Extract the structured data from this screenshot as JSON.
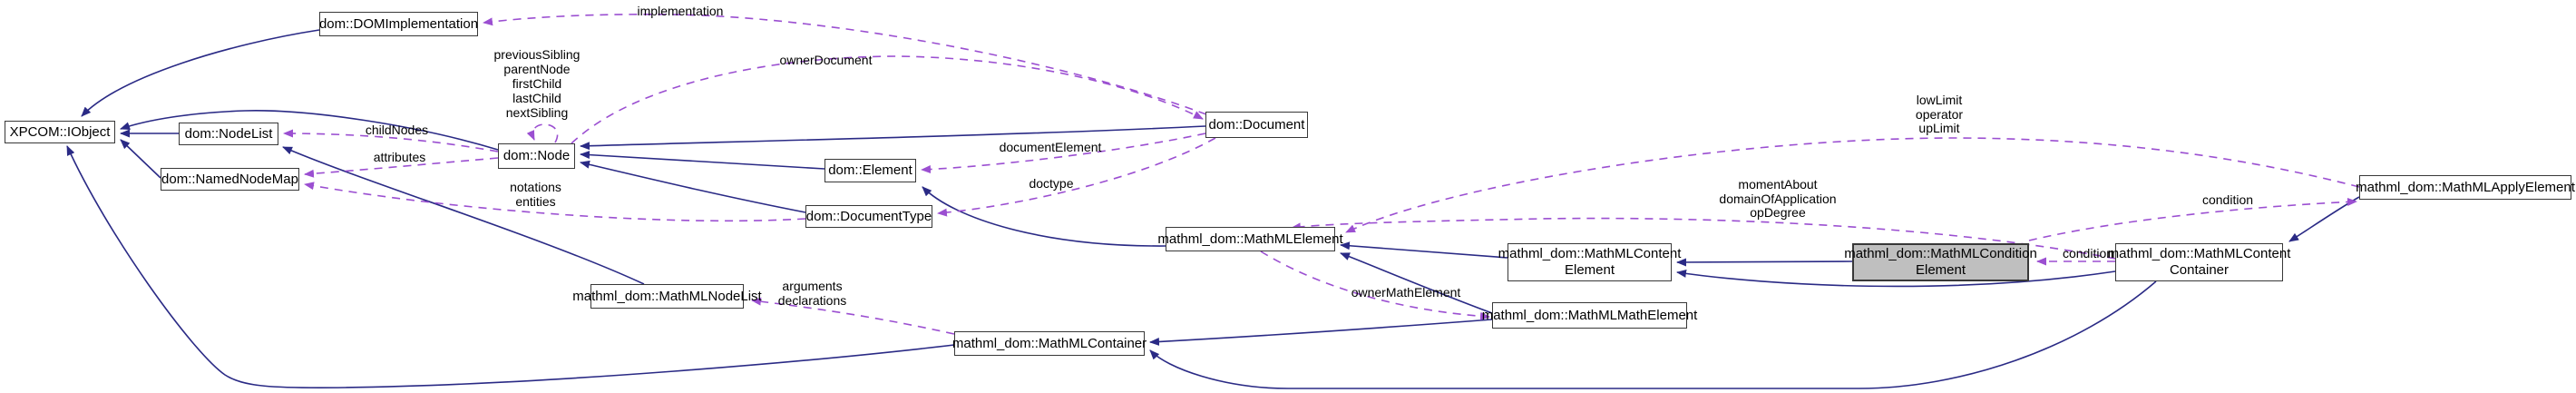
{
  "diagram": {
    "kind": "doxygen-collaboration-graph",
    "highlighted_class": "mathml_dom::MathMLConditionElement",
    "colors": {
      "inheritance_edge": "#2a2a85",
      "usage_edge": "#9b4fd1",
      "highlight_fill": "#bfbfbf",
      "node_fill": "#ffffff",
      "node_border": "#383838",
      "text": "#000000"
    },
    "nodes": [
      {
        "id": "dom-domimplementation",
        "lines": [
          "dom::DOMImplementation"
        ]
      },
      {
        "id": "xpcom-iobject",
        "lines": [
          "XPCOM::IObject"
        ]
      },
      {
        "id": "dom-nodelist",
        "lines": [
          "dom::NodeList"
        ]
      },
      {
        "id": "dom-namednodemap",
        "lines": [
          "dom::NamedNodeMap"
        ]
      },
      {
        "id": "dom-node",
        "lines": [
          "dom::Node"
        ]
      },
      {
        "id": "dom-element",
        "lines": [
          "dom::Element"
        ]
      },
      {
        "id": "dom-documenttype",
        "lines": [
          "dom::DocumentType"
        ]
      },
      {
        "id": "dom-document",
        "lines": [
          "dom::Document"
        ]
      },
      {
        "id": "mathml-element",
        "lines": [
          "mathml_dom::MathMLElement"
        ]
      },
      {
        "id": "mathml-nodelist",
        "lines": [
          "mathml_dom::MathMLNodeList"
        ]
      },
      {
        "id": "mathml-container",
        "lines": [
          "mathml_dom::MathMLContainer"
        ]
      },
      {
        "id": "mathml-contentelement",
        "lines": [
          "mathml_dom::MathMLContent",
          "Element"
        ]
      },
      {
        "id": "mathml-mathelement",
        "lines": [
          "mathml_dom::MathMLMathElement"
        ]
      },
      {
        "id": "mathml-conditionelement",
        "lines": [
          "mathml_dom::MathMLCondition",
          "Element"
        ],
        "highlighted": true
      },
      {
        "id": "mathml-contentcontainer",
        "lines": [
          "mathml_dom::MathMLContent",
          "Container"
        ]
      },
      {
        "id": "mathml-applyelement",
        "lines": [
          "mathml_dom::MathMLApplyElement"
        ]
      }
    ],
    "labels": [
      {
        "id": "implementation",
        "lines": [
          "implementation"
        ]
      },
      {
        "id": "owner-document",
        "lines": [
          "ownerDocument"
        ]
      },
      {
        "id": "node-self",
        "lines": [
          "previousSibling",
          "parentNode",
          "firstChild",
          "lastChild",
          "nextSibling"
        ]
      },
      {
        "id": "child-nodes",
        "lines": [
          "childNodes"
        ]
      },
      {
        "id": "attributes",
        "lines": [
          "attributes"
        ]
      },
      {
        "id": "notations-entities",
        "lines": [
          "notations",
          "entities"
        ]
      },
      {
        "id": "document-element",
        "lines": [
          "documentElement"
        ]
      },
      {
        "id": "doctype",
        "lines": [
          "doctype"
        ]
      },
      {
        "id": "apply-limits",
        "lines": [
          "lowLimit",
          "operator",
          "upLimit"
        ]
      },
      {
        "id": "content-refs",
        "lines": [
          "momentAbout",
          "domainOfApplication",
          "opDegree"
        ]
      },
      {
        "id": "condition-upper",
        "lines": [
          "condition"
        ]
      },
      {
        "id": "condition-lower",
        "lines": [
          "condition"
        ]
      },
      {
        "id": "owner-math-element",
        "lines": [
          "ownerMathElement"
        ]
      },
      {
        "id": "arguments-declarations",
        "lines": [
          "arguments",
          "declarations"
        ]
      }
    ],
    "relations": [
      {
        "from": "dom::DOMImplementation",
        "to": "XPCOM::IObject",
        "type": "inheritance"
      },
      {
        "from": "dom::NodeList",
        "to": "XPCOM::IObject",
        "type": "inheritance"
      },
      {
        "from": "dom::NamedNodeMap",
        "to": "XPCOM::IObject",
        "type": "inheritance"
      },
      {
        "from": "dom::Node",
        "to": "XPCOM::IObject",
        "type": "inheritance"
      },
      {
        "from": "dom::Document",
        "to": "dom::Node",
        "type": "inheritance"
      },
      {
        "from": "dom::Element",
        "to": "dom::Node",
        "type": "inheritance"
      },
      {
        "from": "dom::DocumentType",
        "to": "dom::Node",
        "type": "inheritance"
      },
      {
        "from": "mathml_dom::MathMLElement",
        "to": "dom::Element",
        "type": "inheritance"
      },
      {
        "from": "mathml_dom::MathMLNodeList",
        "to": "dom::NodeList",
        "type": "inheritance"
      },
      {
        "from": "mathml_dom::MathMLContentElement",
        "to": "mathml_dom::MathMLElement",
        "type": "inheritance"
      },
      {
        "from": "mathml_dom::MathMLMathElement",
        "to": "mathml_dom::MathMLElement",
        "type": "inheritance"
      },
      {
        "from": "mathml_dom::MathMLMathElement",
        "to": "mathml_dom::MathMLContainer",
        "type": "inheritance"
      },
      {
        "from": "mathml_dom::MathMLConditionElement",
        "to": "mathml_dom::MathMLContentElement",
        "type": "inheritance"
      },
      {
        "from": "mathml_dom::MathMLContentContainer",
        "to": "mathml_dom::MathMLContentElement",
        "type": "inheritance"
      },
      {
        "from": "mathml_dom::MathMLContentContainer",
        "to": "mathml_dom::MathMLContainer",
        "type": "inheritance"
      },
      {
        "from": "mathml_dom::MathMLApplyElement",
        "to": "mathml_dom::MathMLContentContainer",
        "type": "inheritance"
      },
      {
        "from": "mathml_dom::MathMLContainer",
        "to": "XPCOM::IObject",
        "type": "inheritance"
      },
      {
        "from": "dom::Document",
        "to": "dom::DOMImplementation",
        "type": "usage",
        "label": "implementation"
      },
      {
        "from": "dom::Node",
        "to": "dom::Document",
        "type": "usage",
        "label": "ownerDocument"
      },
      {
        "from": "dom::Node",
        "to": "dom::Node",
        "type": "usage",
        "label": "previousSibling parentNode firstChild lastChild nextSibling"
      },
      {
        "from": "dom::Node",
        "to": "dom::NodeList",
        "type": "usage",
        "label": "childNodes"
      },
      {
        "from": "dom::Node",
        "to": "dom::NamedNodeMap",
        "type": "usage",
        "label": "attributes"
      },
      {
        "from": "dom::DocumentType",
        "to": "dom::NamedNodeMap",
        "type": "usage",
        "label": "notations entities"
      },
      {
        "from": "dom::Document",
        "to": "dom::Element",
        "type": "usage",
        "label": "documentElement"
      },
      {
        "from": "dom::Document",
        "to": "dom::DocumentType",
        "type": "usage",
        "label": "doctype"
      },
      {
        "from": "mathml_dom::MathMLApplyElement",
        "to": "mathml_dom::MathMLElement",
        "type": "usage",
        "label": "lowLimit operator upLimit"
      },
      {
        "from": "mathml_dom::MathMLContentContainer",
        "to": "mathml_dom::MathMLElement",
        "type": "usage",
        "label": "momentAbout domainOfApplication opDegree"
      },
      {
        "from": "mathml_dom::MathMLConditionElement",
        "to": "mathml_dom::MathMLApplyElement",
        "type": "usage",
        "label": "condition"
      },
      {
        "from": "mathml_dom::MathMLContentContainer",
        "to": "mathml_dom::MathMLConditionElement",
        "type": "usage",
        "label": "condition"
      },
      {
        "from": "mathml_dom::MathMLElement",
        "to": "mathml_dom::MathMLMathElement",
        "type": "usage",
        "label": "ownerMathElement"
      },
      {
        "from": "mathml_dom::MathMLContainer",
        "to": "mathml_dom::MathMLNodeList",
        "type": "usage",
        "label": "arguments declarations"
      }
    ]
  }
}
